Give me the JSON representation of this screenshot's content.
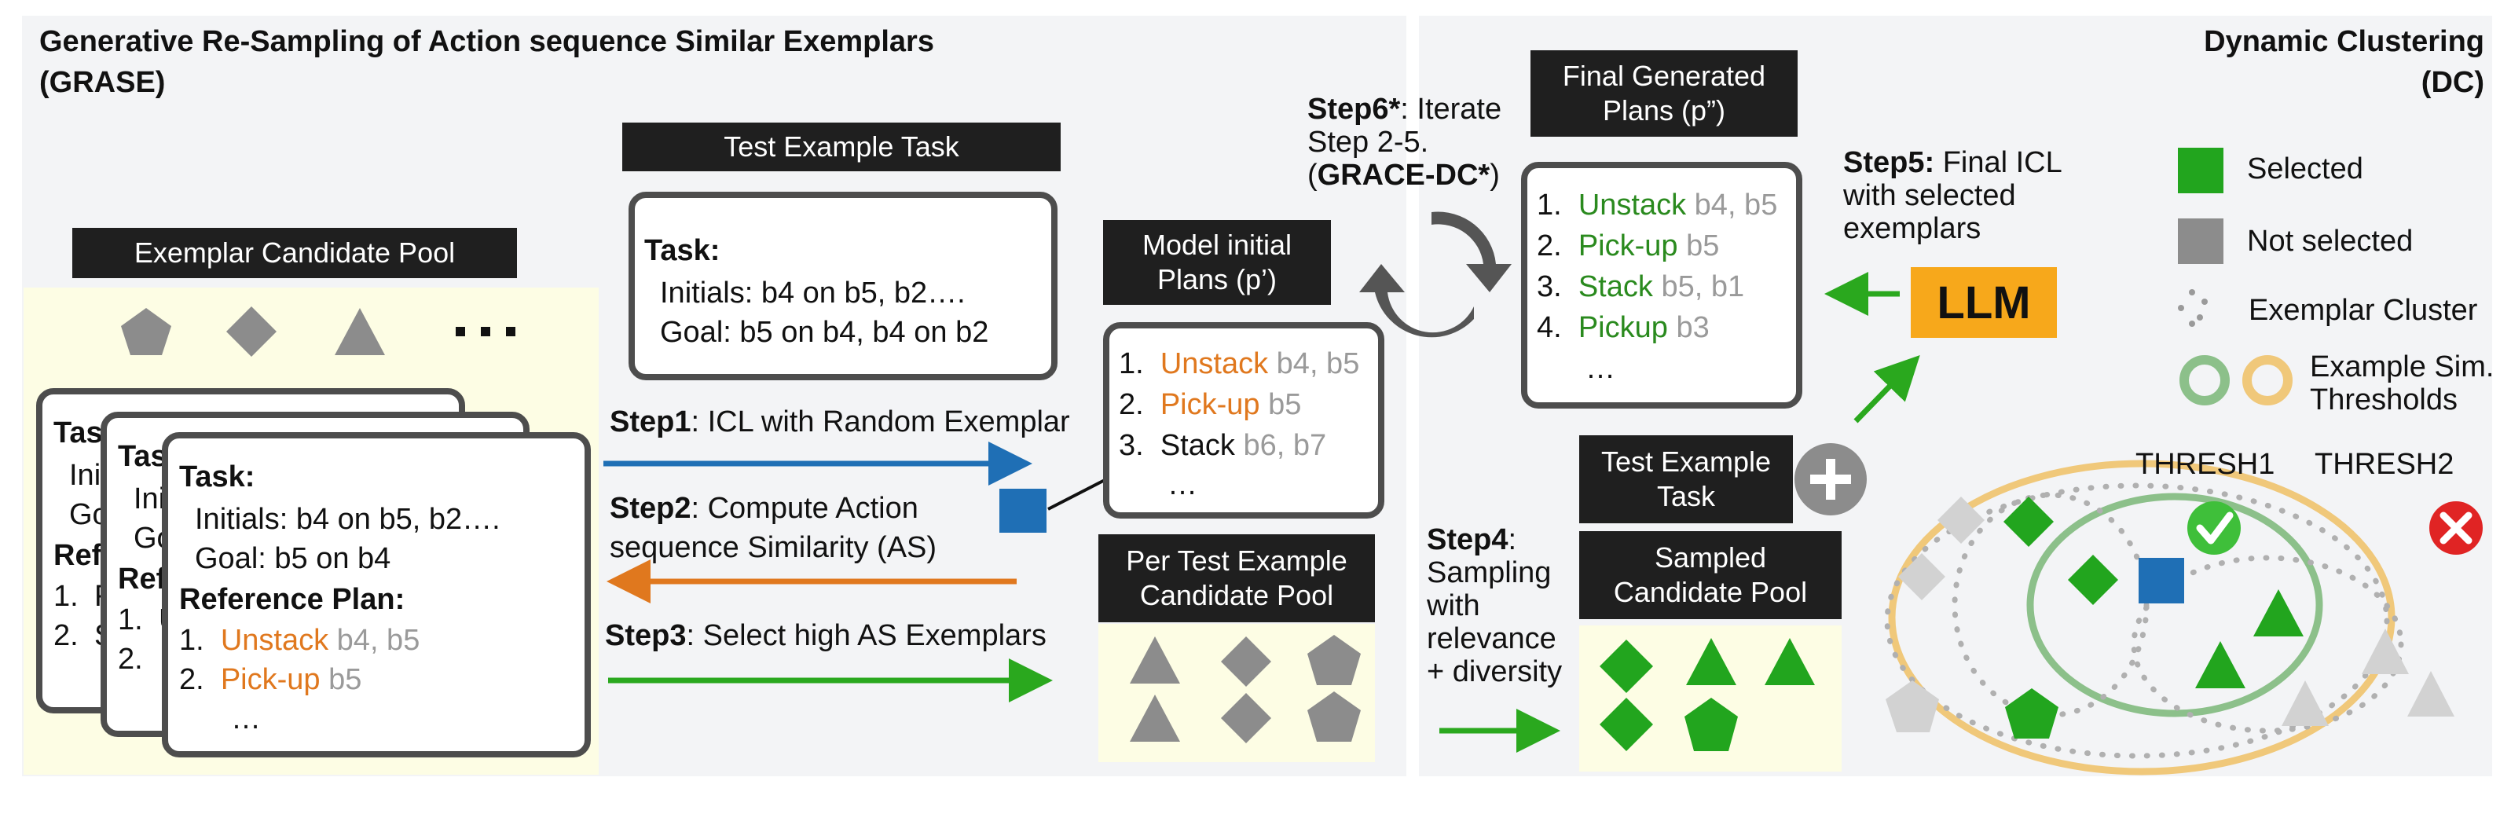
{
  "colors": {
    "orange": "#e0781e",
    "green": "#2a8a1e",
    "blue": "#1f6fb5",
    "llm": "#f7a81b",
    "cream": "#fdfde4",
    "gray_shape": "#8c8c8c",
    "light_shape": "#d0d0d0",
    "thresh1": "#8cc08a",
    "thresh2": "#f0c87a"
  },
  "grase": {
    "title_line1": "Generative Re-Sampling of Action sequence Similar Exemplars",
    "title_line2": "(GRASE)"
  },
  "dc": {
    "title_line1": "Dynamic Clustering",
    "title_line2": "(DC)"
  },
  "pool": {
    "label": "Exemplar Candidate Pool",
    "ellipsis": "..."
  },
  "front_card": {
    "task_label": "Task:",
    "initials": "Initials: b4 on b5, b2….",
    "goal": "Goal: b5 on b4",
    "ref_label": "Reference Plan:",
    "steps": [
      {
        "num": "1.",
        "action": "Unstack",
        "args": "b4, b5"
      },
      {
        "num": "2.",
        "action": "Pick-up",
        "args": "b5"
      }
    ],
    "more": "…"
  },
  "back_cards": {
    "task_short": "Tas",
    "init_short": "Ini",
    "goal_short": "Go",
    "ref_short": "Ref",
    "n1": "1.",
    "n2": "2.",
    "task_short2": "Task",
    "init_short2": "Initi",
    "goal_short2": "Goa",
    "ref_short2": "Refe",
    "l1a": "F",
    "l2a": "S",
    "l1b": "U"
  },
  "test_task": {
    "label": "Test Example Task",
    "task_label": "Task:",
    "initials": "Initials: b4 on b5, b2….",
    "goal": "Goal: b5 on b4, b4 on b2"
  },
  "steps": {
    "s1_bold": "Step1",
    "s1_text": ": ICL with Random Exemplar",
    "s2_bold": "Step2",
    "s2_line1": ": Compute Action",
    "s2_line2": "sequence Similarity (AS)",
    "s3_bold": "Step3",
    "s3_text": ": Select high AS Exemplars",
    "s4_bold": "Step4",
    "s4_lines": [
      ":",
      "Sampling",
      "with",
      "relevance",
      "+ diversity"
    ],
    "s5_bold": "Step5:",
    "s5_line1": " Final ICL",
    "s5_line2": "with selected",
    "s5_line3": "exemplars",
    "s6_bold": "Step6*",
    "s6_line1": ": Iterate",
    "s6_line2": "Step 2-5.",
    "s6_line3_pre": "(",
    "s6_line3_bold": "GRACE-DC*",
    "s6_line3_post": ")"
  },
  "initial_plans": {
    "label_line1": "Model initial",
    "label_line2": "Plans (p’)",
    "items": [
      {
        "num": "1.",
        "action": "Unstack",
        "args": "b4, b5"
      },
      {
        "num": "2.",
        "action": "Pick-up",
        "args": "b5"
      },
      {
        "num": "3.",
        "action": "Stack",
        "args": "b6, b7"
      }
    ],
    "more": "…"
  },
  "per_test_pool": {
    "label_line1": "Per Test Example",
    "label_line2": "Candidate Pool"
  },
  "final_plans": {
    "label_line1": "Final Generated",
    "label_line2": "Plans (p”)",
    "items": [
      {
        "num": "1.",
        "action": "Unstack",
        "args": "b4, b5"
      },
      {
        "num": "2.",
        "action": "Pick-up",
        "args": "b5"
      },
      {
        "num": "3.",
        "action": "Stack",
        "args": "b5, b1"
      },
      {
        "num": "4.",
        "action": "Pickup",
        "args": "b3"
      }
    ],
    "more": "…"
  },
  "llm": {
    "label": "LLM"
  },
  "test_task2": {
    "label_line1": "Test Example",
    "label_line2": "Task"
  },
  "sampled_pool": {
    "label_line1": "Sampled",
    "label_line2": "Candidate Pool"
  },
  "legend": {
    "selected": "Selected",
    "not_selected": "Not selected",
    "cluster": "Exemplar Cluster",
    "thresh_line1": "Example Sim.",
    "thresh_line2": "Thresholds"
  },
  "thresholds": {
    "t1": "THRESH1",
    "t2": "THRESH2"
  }
}
